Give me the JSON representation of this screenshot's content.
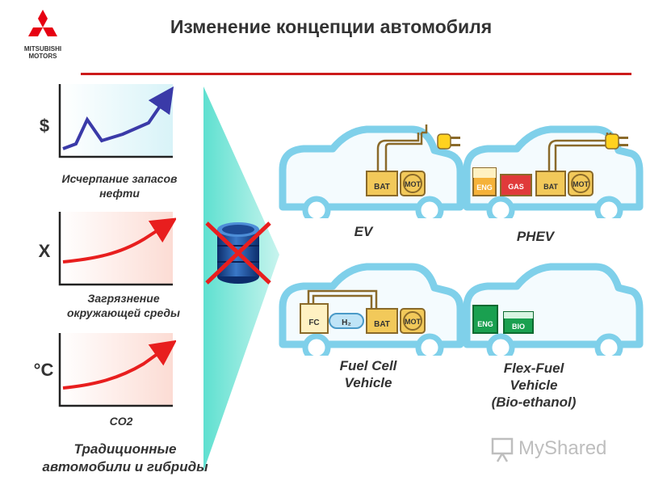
{
  "header": {
    "logo_text": "MITSUBISHI\nMOTORS",
    "title": "Изменение концепции автомобиля",
    "colors": {
      "rule": "#cc1a1a",
      "brand": "#e60012"
    }
  },
  "left_panel": {
    "charts": [
      {
        "symbol": "$",
        "caption": "Исчерпание запасов\nнефти",
        "arrow_color": "#3a3aa8",
        "bg_color": "#e2f6fa"
      },
      {
        "symbol": "X",
        "caption": "Загрязнение\nокружающей среды",
        "arrow_color": "#e81e1e",
        "bg_color": "#fde8e3"
      },
      {
        "symbol": "°C",
        "caption": "CO2",
        "arrow_color": "#e81e1e",
        "bg_color": "#fde8e3"
      }
    ],
    "footer": "Традиционные\nавтомобили и гибриды"
  },
  "oil_barrel": {
    "icon": "oil-barrel-icon",
    "crossed": true,
    "cross_color": "#e81e1e",
    "barrel_color": "#2d5fa8"
  },
  "vehicles": [
    {
      "id": "ev",
      "label": "EV",
      "components": [
        "BAT",
        "MOT"
      ],
      "plug": true
    },
    {
      "id": "phev",
      "label": "PHEV",
      "components": [
        "ENG",
        "GAS",
        "BAT",
        "MOT"
      ],
      "plug": true
    },
    {
      "id": "fcv",
      "label": "Fuel Cell\nVehicle",
      "components": [
        "FC",
        "H2",
        "BAT",
        "MOT"
      ],
      "plug": false
    },
    {
      "id": "flex",
      "label": "Flex-Fuel\nVehicle\n(Bio-ethanol)",
      "components": [
        "ENG",
        "BIO"
      ],
      "plug": false
    }
  ],
  "watermark": {
    "text": "MyShared"
  }
}
